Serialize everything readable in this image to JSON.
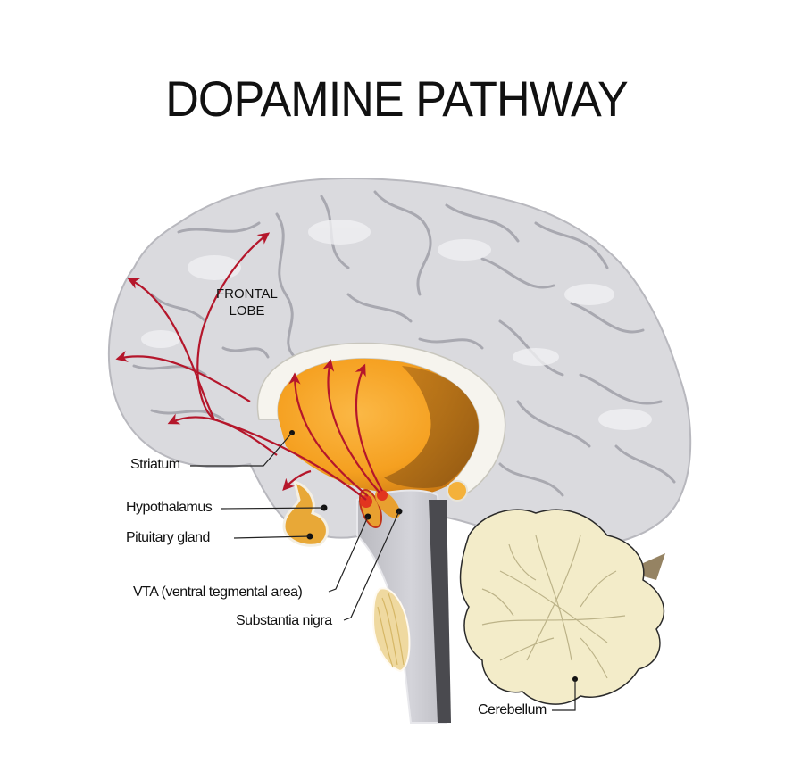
{
  "title": "DOPAMINE PATHWAY",
  "regions": {
    "frontal_lobe": [
      "FRONTAL",
      "LOBE"
    ]
  },
  "labels": [
    {
      "id": "striatum",
      "text": "Striatum"
    },
    {
      "id": "hypothalamus",
      "text": "Hypothalamus"
    },
    {
      "id": "pituitary",
      "text": "Pituitary gland"
    },
    {
      "id": "vta",
      "text": "VTA (ventral tegmental area)"
    },
    {
      "id": "substantia_nigra",
      "text": "Substantia nigra"
    },
    {
      "id": "cerebellum",
      "text": "Cerebellum"
    }
  ],
  "colors": {
    "brain": "#d9d9de",
    "brain_light": "#ededf0",
    "sulci": "#9a9aa2",
    "striatum": "#f5a623",
    "striatum_dark": "#b06a10",
    "pathway_arrows": "#b5162b",
    "nuclei": "#e03a1e",
    "cerebellum": "#f3eccb",
    "brainstem": "#c4c4c9"
  }
}
